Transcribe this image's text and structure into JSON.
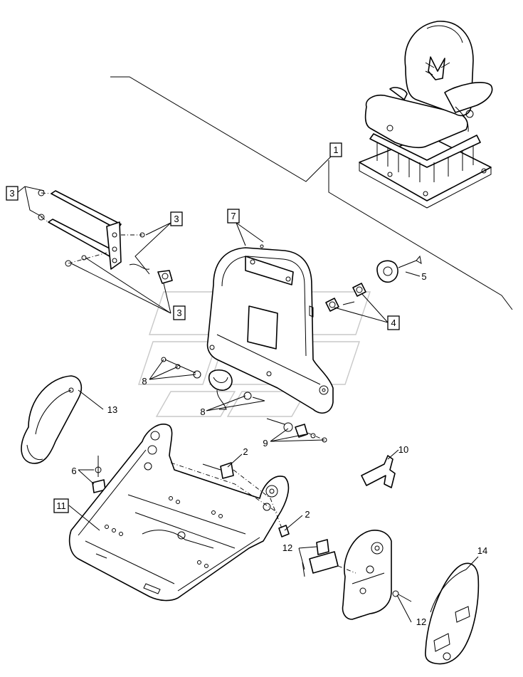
{
  "callouts": [
    {
      "id": "c1",
      "text": "1",
      "boxed": true
    },
    {
      "id": "c2a",
      "text": "2",
      "boxed": false
    },
    {
      "id": "c2b",
      "text": "2",
      "boxed": false
    },
    {
      "id": "c3a",
      "text": "3",
      "boxed": true
    },
    {
      "id": "c3b",
      "text": "3",
      "boxed": true
    },
    {
      "id": "c3c",
      "text": "3",
      "boxed": true
    },
    {
      "id": "c4",
      "text": "4",
      "boxed": true
    },
    {
      "id": "c5",
      "text": "5",
      "boxed": false
    },
    {
      "id": "c6",
      "text": "6",
      "boxed": false
    },
    {
      "id": "c7",
      "text": "7",
      "boxed": true
    },
    {
      "id": "c8a",
      "text": "8",
      "boxed": false
    },
    {
      "id": "c8b",
      "text": "8",
      "boxed": false
    },
    {
      "id": "c9",
      "text": "9",
      "boxed": false
    },
    {
      "id": "c10",
      "text": "10",
      "boxed": false
    },
    {
      "id": "c11",
      "text": "11",
      "boxed": true
    },
    {
      "id": "c12a",
      "text": "12",
      "boxed": false
    },
    {
      "id": "c12b",
      "text": "12",
      "boxed": false
    },
    {
      "id": "c13",
      "text": "13",
      "boxed": false
    },
    {
      "id": "c14",
      "text": "14",
      "boxed": false
    }
  ],
  "parts": [
    "seat-assembly",
    "bracket-strip",
    "backrest-frame",
    "adjuster-knob",
    "bushing",
    "spring-clip",
    "bolt",
    "nut",
    "side-cover-left",
    "seat-base-frame",
    "lever",
    "side-mechanism",
    "side-cover-right"
  ],
  "colors": {
    "line": "#000000",
    "background": "#ffffff",
    "watermark": "#9a9a9a"
  }
}
